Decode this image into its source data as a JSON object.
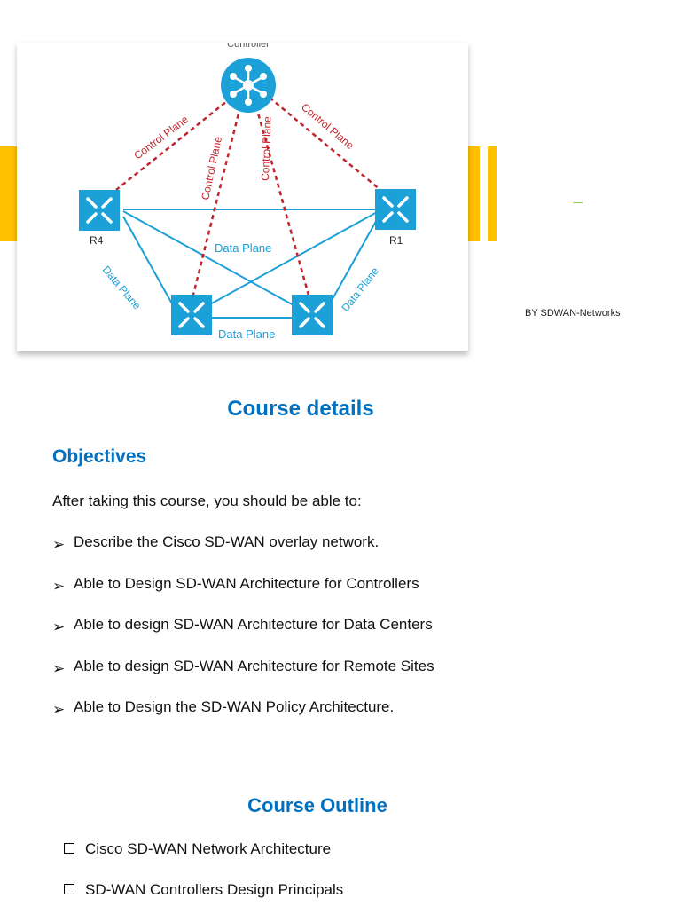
{
  "figure": {
    "top_label": "Controller",
    "nodes": {
      "r4": "R4",
      "r1": "R1"
    },
    "links": {
      "control_plane": "Control Plane",
      "data_plane": "Data Plane"
    },
    "icons": {
      "controller": "controller-hub-icon",
      "router": "router-arrows-icon"
    },
    "colors": {
      "icon_blue": "#1BA0D8",
      "control_line": "#C0262B",
      "data_line": "#1BA0D8"
    }
  },
  "accent_bar_color": "#FFC000",
  "author": "BY SDWAN-Networks",
  "course_details": {
    "title": "Course details",
    "objectives_title": "Objectives",
    "intro": "After taking this course, you should be able to:",
    "objectives": [
      "Describe the Cisco SD-WAN overlay network.",
      "Able to Design SD-WAN Architecture for Controllers",
      "Able to design SD-WAN Architecture for Data Centers",
      "Able to design SD-WAN Architecture for Remote Sites",
      "Able to Design the SD-WAN Policy Architecture."
    ],
    "bullet_arrow": "➢"
  },
  "course_outline": {
    "title": "Course Outline",
    "items": [
      "Cisco SD-WAN Network Architecture",
      "SD-WAN Controllers Design Principals"
    ]
  },
  "heading_color": "#0070C0"
}
